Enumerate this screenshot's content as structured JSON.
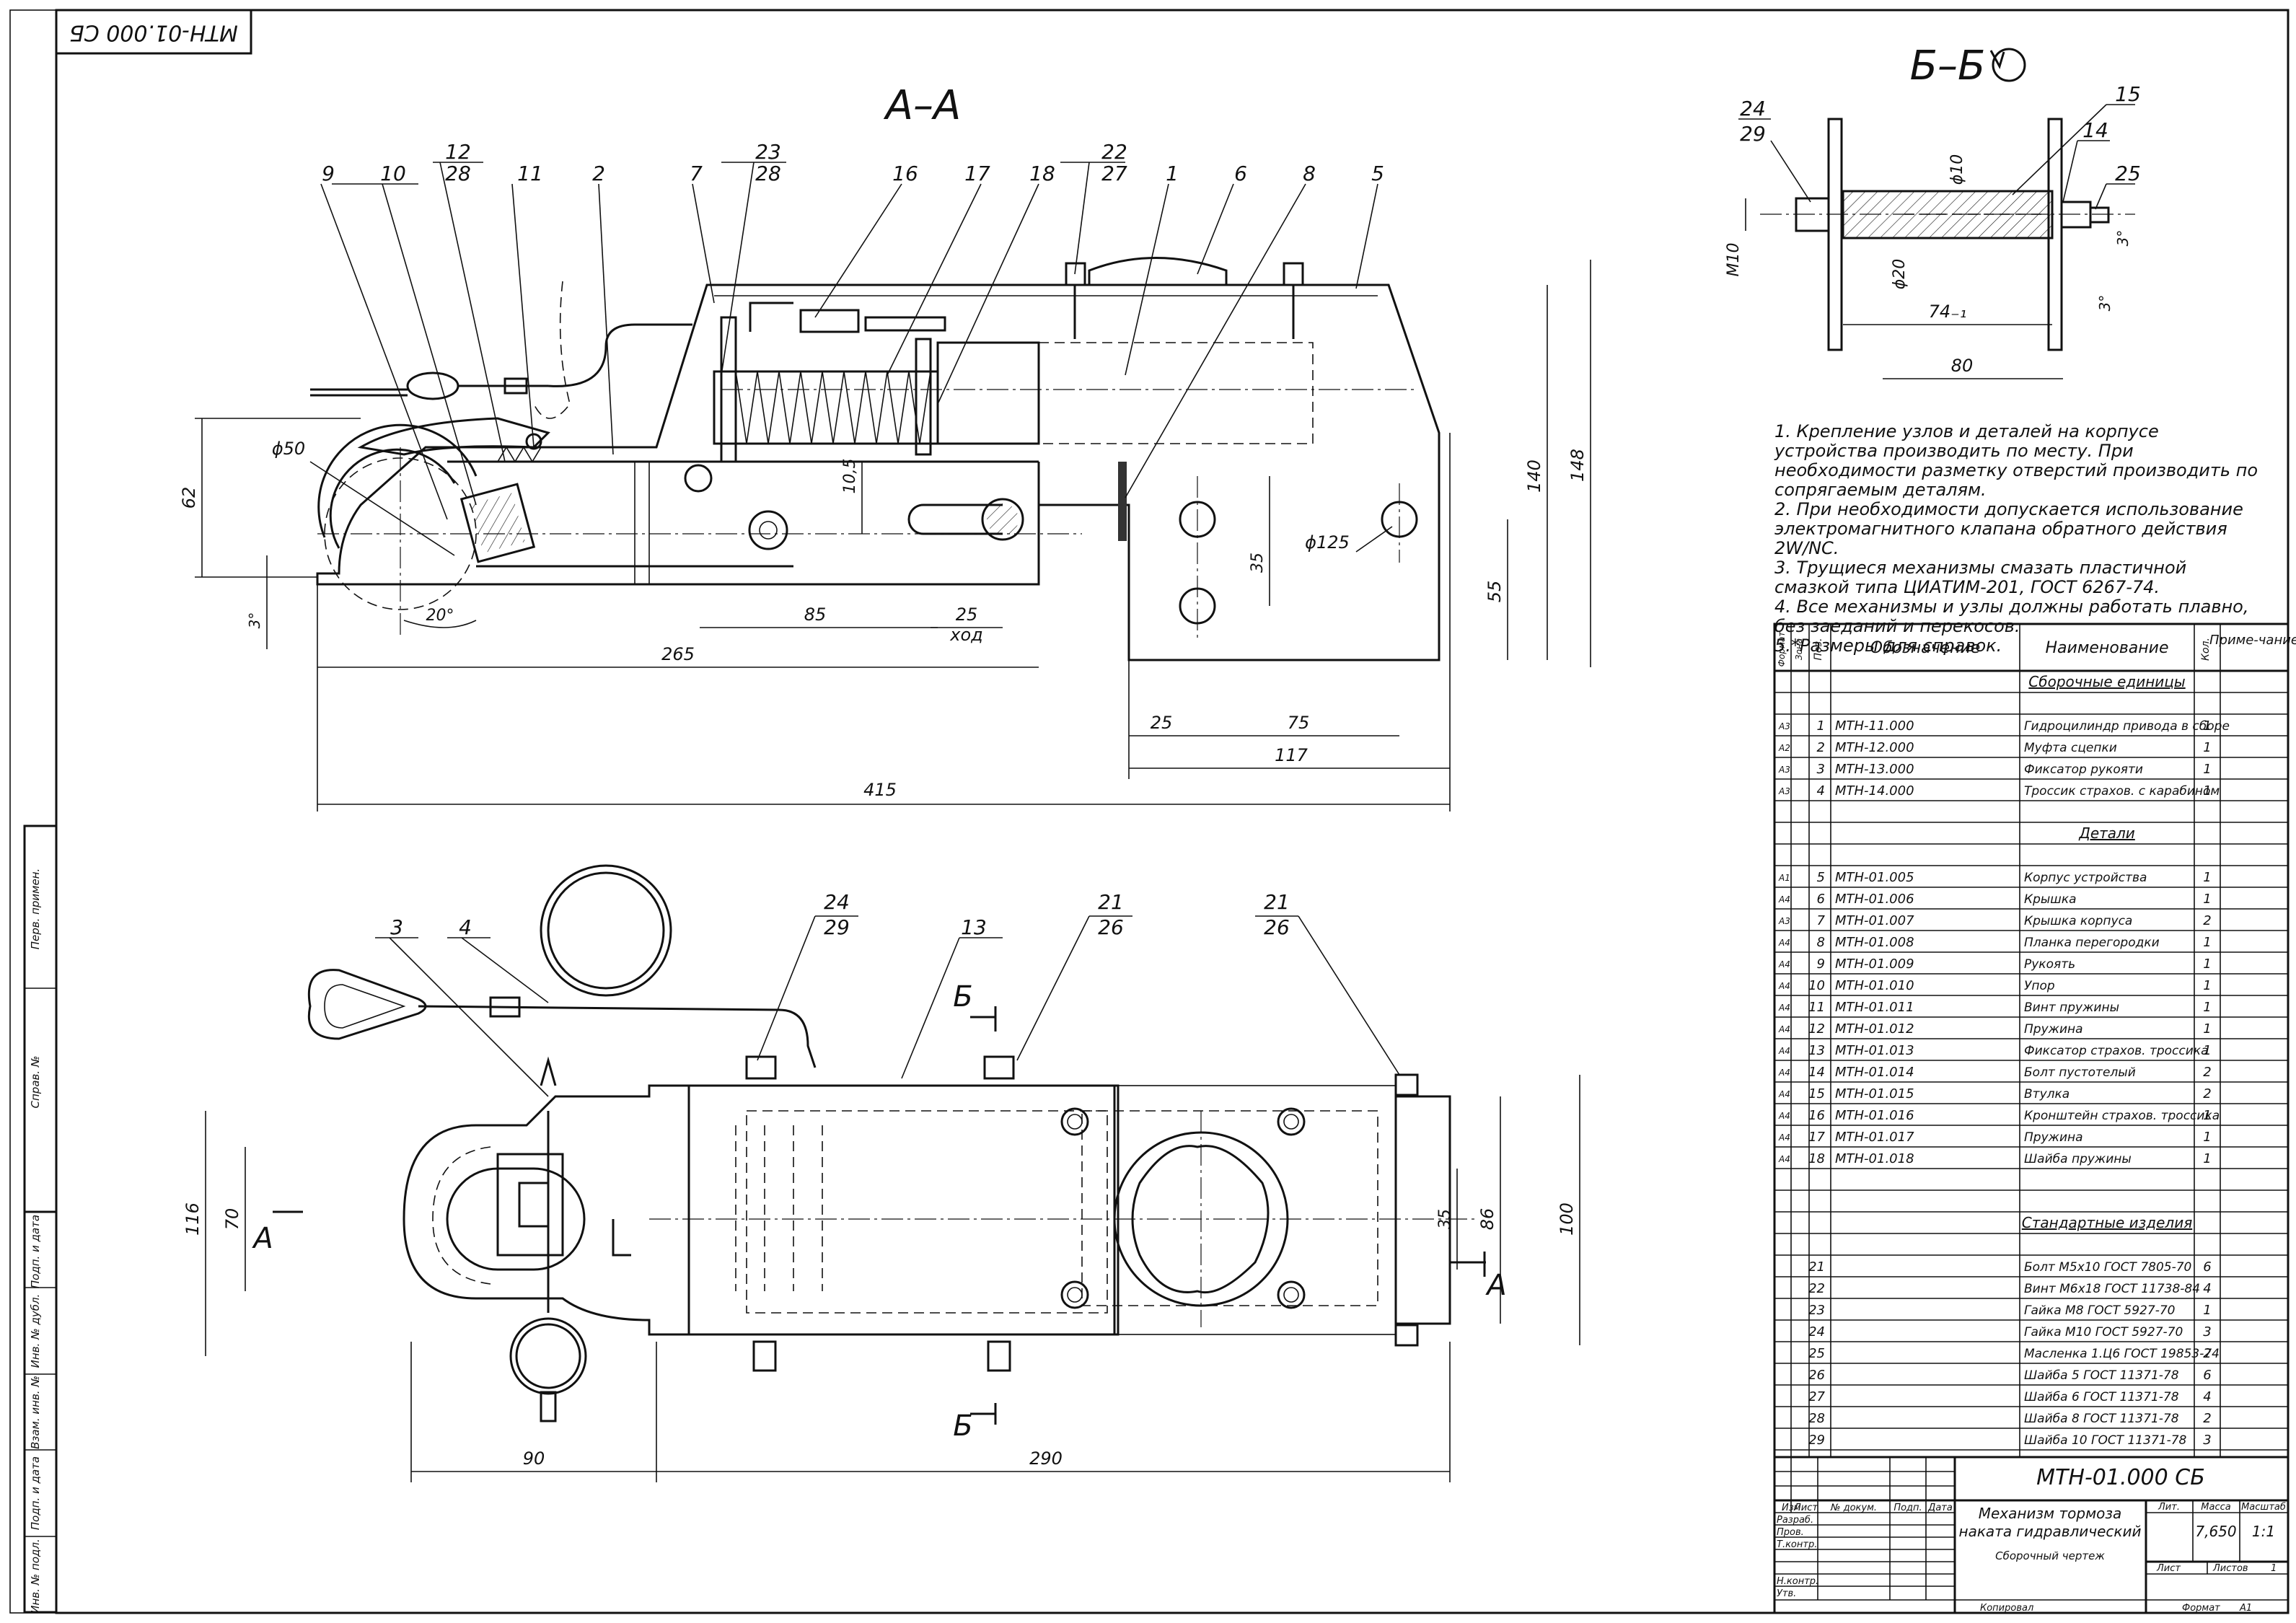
{
  "stamp_rotated": "МТН-01.000 СБ",
  "views": {
    "section_aa": "А–А",
    "section_bb": "Б–Б",
    "cut_a": "А",
    "cut_b": "Б"
  },
  "callouts_aa": [
    "9",
    "10",
    "12",
    "28",
    "11",
    "2",
    "7",
    "23",
    "28",
    "16",
    "17",
    "18",
    "22",
    "27",
    "1",
    "6",
    "8",
    "5"
  ],
  "callouts_plan": [
    "3",
    "4",
    "24",
    "29",
    "13",
    "21",
    "26",
    "21",
    "26"
  ],
  "callouts_bb": [
    "24",
    "29",
    "15",
    "14",
    "25"
  ],
  "dims_aa": {
    "d50": "ϕ50",
    "h62": "62",
    "a3": "3°",
    "a20": "20°",
    "d10_5": "10,5",
    "d85": "85",
    "d25a": "25",
    "stroke": "ход",
    "d265": "265",
    "d415": "415",
    "d35": "35",
    "d125": "ϕ125",
    "d55": "55",
    "d140": "140",
    "d148": "148",
    "d25b": "25",
    "d75": "75",
    "d117": "117"
  },
  "dims_plan": {
    "d116": "116",
    "d70": "70",
    "d35": "35",
    "d86": "86",
    "d100": "100",
    "d90": "90",
    "d290": "290"
  },
  "dims_bb": {
    "m10": "М10",
    "d10": "ϕ10",
    "d20": "ϕ20",
    "d74": "74₋₁",
    "d80": "80",
    "a3a": "3°",
    "a3b": "3°"
  },
  "notes": [
    "1. Крепление узлов и деталей на корпусе устройства производить по месту. При необходимости разметку отверстий производить по сопрягаемым деталям.",
    "2. При необходимости допускается использование электромагнитного клапана обратного действия 2W/NC.",
    "3. Трущиеся механизмы смазать пластичной смазкой типа ЦИАТИМ-201, ГОСТ 6267-74.",
    "4. Все механизмы и узлы должны работать плавно, без заеданий и перекосов.",
    "5.*Размеры для справок."
  ],
  "spec": {
    "headers": {
      "format": "Формат",
      "zone": "Зона",
      "pos": "Поз.",
      "designation": "Обозначение",
      "name": "Наименование",
      "qty": "Кол.",
      "note": "Приме-чание"
    },
    "sections": {
      "assemblies": "Сборочные единицы",
      "parts": "Детали",
      "standard": "Стандартные изделия"
    },
    "assemblies": [
      {
        "f": "А3",
        "pos": "1",
        "des": "МТН-11.000",
        "name": "Гидроцилиндр привода в сборе",
        "qty": "1"
      },
      {
        "f": "А2",
        "pos": "2",
        "des": "МТН-12.000",
        "name": "Муфта сцепки",
        "qty": "1"
      },
      {
        "f": "А3",
        "pos": "3",
        "des": "МТН-13.000",
        "name": "Фиксатор рукояти",
        "qty": "1"
      },
      {
        "f": "А3",
        "pos": "4",
        "des": "МТН-14.000",
        "name": "Троссик страхов. с карабином",
        "qty": "1"
      }
    ],
    "parts": [
      {
        "f": "А1",
        "pos": "5",
        "des": "МТН-01.005",
        "name": "Корпус устройства",
        "qty": "1"
      },
      {
        "f": "А4",
        "pos": "6",
        "des": "МТН-01.006",
        "name": "Крышка",
        "qty": "1"
      },
      {
        "f": "А3",
        "pos": "7",
        "des": "МТН-01.007",
        "name": "Крышка корпуса",
        "qty": "2"
      },
      {
        "f": "А4",
        "pos": "8",
        "des": "МТН-01.008",
        "name": "Планка перегородки",
        "qty": "1"
      },
      {
        "f": "А4",
        "pos": "9",
        "des": "МТН-01.009",
        "name": "Рукоять",
        "qty": "1"
      },
      {
        "f": "А4",
        "pos": "10",
        "des": "МТН-01.010",
        "name": "Упор",
        "qty": "1"
      },
      {
        "f": "А4",
        "pos": "11",
        "des": "МТН-01.011",
        "name": "Винт пружины",
        "qty": "1"
      },
      {
        "f": "А4",
        "pos": "12",
        "des": "МТН-01.012",
        "name": "Пружина",
        "qty": "1"
      },
      {
        "f": "А4",
        "pos": "13",
        "des": "МТН-01.013",
        "name": "Фиксатор страхов. троссика",
        "qty": "1"
      },
      {
        "f": "А4",
        "pos": "14",
        "des": "МТН-01.014",
        "name": "Болт пустотелый",
        "qty": "2"
      },
      {
        "f": "А4",
        "pos": "15",
        "des": "МТН-01.015",
        "name": "Втулка",
        "qty": "2"
      },
      {
        "f": "А4",
        "pos": "16",
        "des": "МТН-01.016",
        "name": "Кронштейн страхов. троссика",
        "qty": "1"
      },
      {
        "f": "А4",
        "pos": "17",
        "des": "МТН-01.017",
        "name": "Пружина",
        "qty": "1"
      },
      {
        "f": "А4",
        "pos": "18",
        "des": "МТН-01.018",
        "name": "Шайба пружины",
        "qty": "1"
      }
    ],
    "standard": [
      {
        "pos": "21",
        "name": "Болт М5х10 ГОСТ 7805-70",
        "qty": "6"
      },
      {
        "pos": "22",
        "name": "Винт М6х18 ГОСТ 11738-84",
        "qty": "4"
      },
      {
        "pos": "23",
        "name": "Гайка М8 ГОСТ 5927-70",
        "qty": "1"
      },
      {
        "pos": "24",
        "name": "Гайка М10 ГОСТ 5927-70",
        "qty": "3"
      },
      {
        "pos": "25",
        "name": "Масленка 1.Ц6 ГОСТ 19853-74",
        "qty": "2"
      },
      {
        "pos": "26",
        "name": "Шайба 5 ГОСТ 11371-78",
        "qty": "6"
      },
      {
        "pos": "27",
        "name": "Шайба 6 ГОСТ 11371-78",
        "qty": "4"
      },
      {
        "pos": "28",
        "name": "Шайба 8 ГОСТ 11371-78",
        "qty": "2"
      },
      {
        "pos": "29",
        "name": "Шайба 10 ГОСТ 11371-78",
        "qty": "3"
      }
    ]
  },
  "title_block": {
    "designation": "МТН-01.000 СБ",
    "title": "Механизм тормоза наката гидравлический",
    "doc_type": "Сборочный чертеж",
    "lit": "Лит.",
    "mass_label": "Масса",
    "scale_label": "Масштаб",
    "mass": "7,650",
    "scale": "1:1",
    "sheet_label": "Лист",
    "sheets_label": "Листов",
    "sheets": "1",
    "rows": [
      "Изм",
      "Лист",
      "№ докум.",
      "Подп.",
      "Дата"
    ],
    "roles": [
      "Разраб.",
      "Пров.",
      "Т.контр.",
      "",
      "Н.контр.",
      "Утв."
    ],
    "copied": "Копировал",
    "format_label": "Формат",
    "format": "А1"
  },
  "side_stamp": [
    "Перв. примен.",
    "Справ. №",
    "Подп. и дата",
    "Инв. № дубл.",
    "Взам. инв. №",
    "Подп. и дата",
    "Инв. № подл."
  ]
}
